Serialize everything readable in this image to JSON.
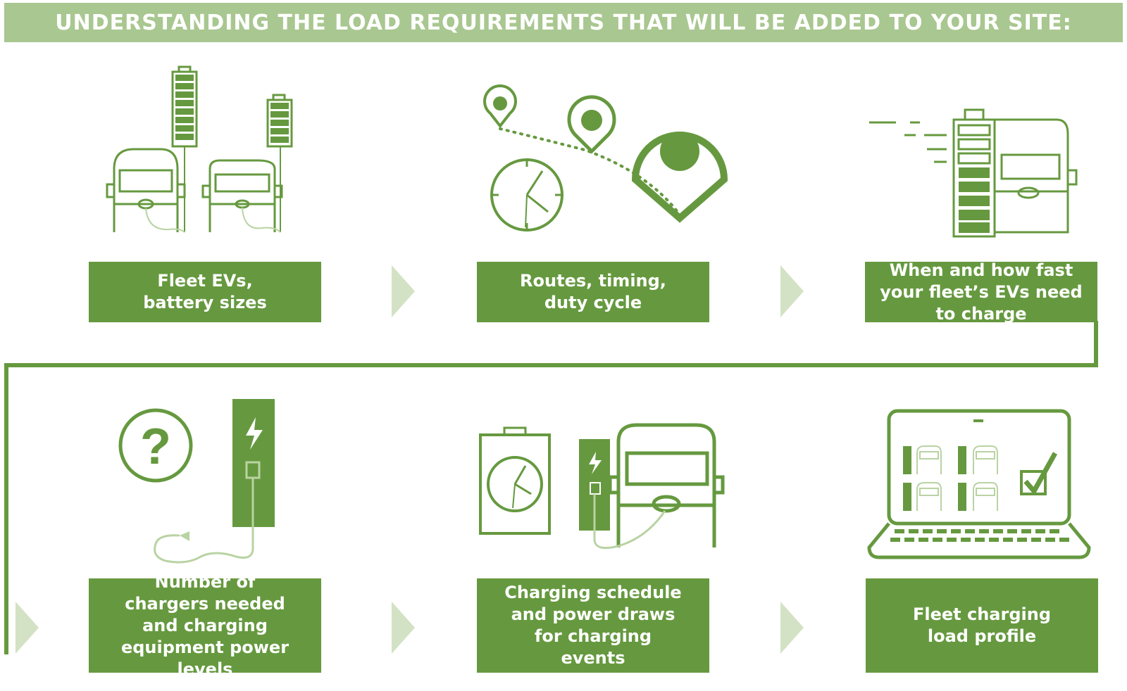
{
  "header": {
    "title": "UNDERSTANDING THE LOAD REQUIREMENTS THAT WILL BE ADDED TO YOUR SITE:"
  },
  "colors": {
    "primary_green": "#66993f",
    "light_green": "#a9c790",
    "pale_green": "#d3e2c4"
  },
  "steps": [
    {
      "label": "Fleet EVs, battery sizes",
      "icon": "van-battery-icon"
    },
    {
      "label": "Routes, timing, duty cycle",
      "icon": "route-clock-icon"
    },
    {
      "label": "When and how fast your fleet’s EVs need to charge",
      "icon": "fast-charge-van-icon"
    },
    {
      "label": "Number of chargers needed and charging equipment power levels",
      "icon": "charger-question-icon"
    },
    {
      "label": "Charging schedule and power draws for charging events",
      "icon": "schedule-charger-van-icon"
    },
    {
      "label": "Fleet charging load profile",
      "icon": "laptop-checklist-icon"
    }
  ],
  "icons": {
    "question_mark": "?"
  }
}
